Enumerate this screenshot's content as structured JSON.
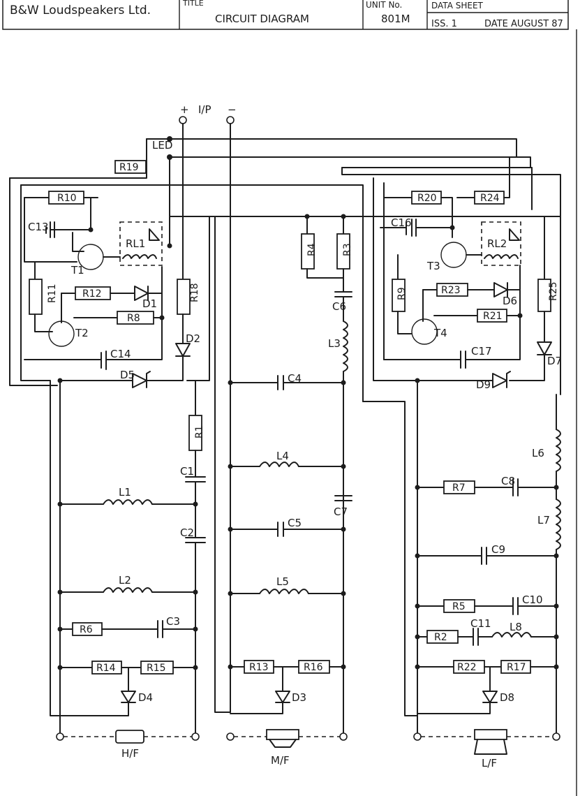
{
  "header": {
    "company": "B&W Loudspeakers Ltd.",
    "title_caption": "TITLE",
    "title": "CIRCUIT  DIAGRAM",
    "unit_caption": "UNIT No.",
    "unit": "801M",
    "sheet_caption": "DATA SHEET",
    "issue": "ISS.  1",
    "date": "DATE AUGUST 87"
  },
  "input": {
    "label": "I/P",
    "plus": "+",
    "minus": "−"
  },
  "led": "LED",
  "components": {
    "R1": "R1",
    "R2": "R2",
    "R3": "R3",
    "R4": "R4",
    "R5": "R5",
    "R6": "R6",
    "R7": "R7",
    "R8": "R8",
    "R9": "R9",
    "R10": "R10",
    "R11": "R11",
    "R12": "R12",
    "R13": "R13",
    "R14": "R14",
    "R15": "R15",
    "R16": "R16",
    "R17": "R17",
    "R18": "R18",
    "R19": "R19",
    "R20": "R20",
    "R21": "R21",
    "R22": "R22",
    "R23": "R23",
    "R24": "R24",
    "R25": "R25",
    "C1": "C1",
    "C2": "C2",
    "C3": "C3",
    "C4": "C4",
    "C5": "C5",
    "C6": "C6",
    "C7": "C7",
    "C8": "C8",
    "C9": "C9",
    "C10": "C10",
    "C11": "C11",
    "C13": "C13",
    "C14": "C14",
    "C16": "C16",
    "C17": "C17",
    "L1": "L1",
    "L2": "L2",
    "L3": "L3",
    "L4": "L4",
    "L5": "L5",
    "L6": "L6",
    "L7": "L7",
    "L8": "L8",
    "D1": "D1",
    "D2": "D2",
    "D3": "D3",
    "D4": "D4",
    "D5": "D5",
    "D6": "D6",
    "D7": "D7",
    "D8": "D8",
    "D9": "D9",
    "T1": "T1",
    "T2": "T2",
    "T3": "T3",
    "T4": "T4",
    "RL1": "RL1",
    "RL2": "RL2"
  },
  "outputs": {
    "hf": "H/F",
    "mf": "M/F",
    "lf": "L/F"
  }
}
